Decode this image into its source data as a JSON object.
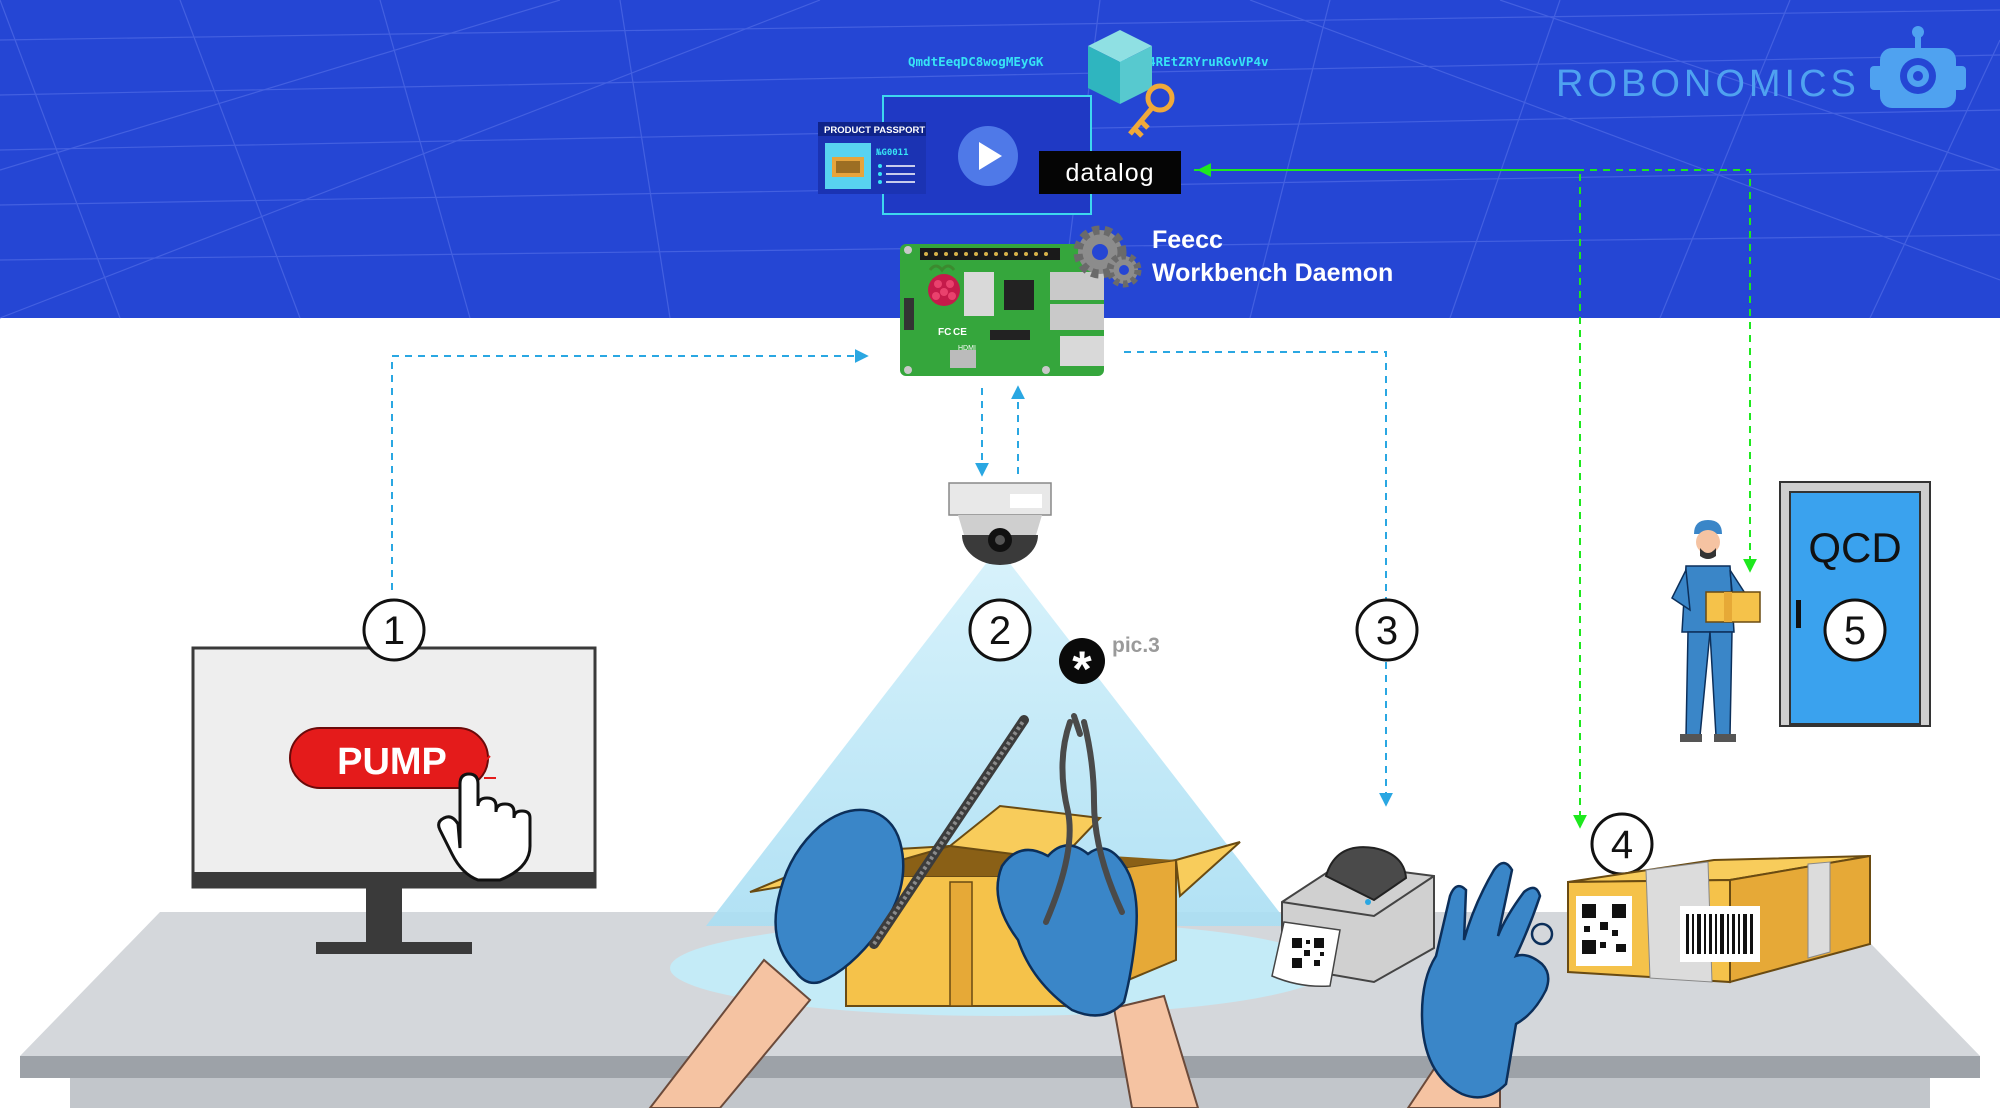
{
  "header": {
    "hash_left": "QmdtEeqDC8wogMEyGK",
    "hash_right": "PWGS4REtZRYruRGvVP4v",
    "brand": "ROBONOMICS",
    "passport_title": "PRODUCT PASSPORT",
    "passport_id": "№G0011",
    "datalog_label": "datalog",
    "daemon_line1": "Feecc",
    "daemon_line2": "Workbench Daemon"
  },
  "steps": [
    {
      "number": "1"
    },
    {
      "number": "2"
    },
    {
      "number": "3"
    },
    {
      "number": "4"
    },
    {
      "number": "5"
    }
  ],
  "monitor": {
    "button_label": "PUMP"
  },
  "annotation": {
    "star": "*",
    "pic_label": "pic.3"
  },
  "board": {
    "fc": "FC",
    "ce": "CE",
    "hdmi": "HDMI"
  },
  "door": {
    "label": "QCD"
  },
  "colors": {
    "header_bg": "#2546d4",
    "brand": "#4fa2f0",
    "blue_arrow": "#2aa7e2",
    "green_arrow": "#1ee81e",
    "pump_button": "#e41b1b",
    "box": "#f5c24a",
    "glove": "#3a86c8",
    "door": "#3aa2ee"
  }
}
